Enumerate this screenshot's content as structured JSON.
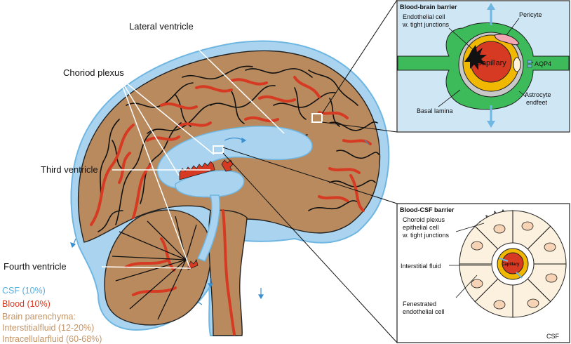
{
  "labels": {
    "lateral_ventricle": "Lateral ventricle",
    "choroid_plexus": "Choriod plexus",
    "third_ventricle": "Third ventricle",
    "fourth_ventricle": "Fourth ventricle"
  },
  "legend": {
    "csf": "CSF (10%)",
    "blood": "Blood (10%)",
    "parenchyma_title": "Brain parenchyma:",
    "interstitial": "Interstitialfluid (12-20%)",
    "intracellular": "Intracellularfluid (60-68%)"
  },
  "bbb_panel": {
    "title": "Blood-brain barrier",
    "endothelial_line1": "Endothelial cell",
    "endothelial_line2": "w. tight junctions",
    "pericyte": "Pericyte",
    "capillary": "Capillary",
    "aqp4": "AQP4",
    "astrocyte_line1": "Astrocyte",
    "astrocyte_line2": "endfeet",
    "basal_lamina": "Basal lamina"
  },
  "bcsf_panel": {
    "title": "Blood-CSF barrier",
    "choroid_line1": "Choroid plexus",
    "choroid_line2": "epithelial cell",
    "choroid_line3": "w. tight junctions",
    "interstitial_fluid": "Interstitial fluid",
    "capillary": "Capillary",
    "fenestrated_line1": "Fenestrated",
    "fenestrated_line2": "endothelial cell",
    "csf": "CSF"
  },
  "colors": {
    "csf": "#6fb7e2",
    "csf_light": "#a9d3ee",
    "blood": "#d63a22",
    "parenchyma": "#b98a5e",
    "parenchyma_text": "#c49466",
    "astrocyte": "#3dbb5a",
    "basal": "#f0b800",
    "pericyte": "#f4a6b4",
    "epithelial": "#fbf1de",
    "nucleus": "#f6d3b5"
  }
}
